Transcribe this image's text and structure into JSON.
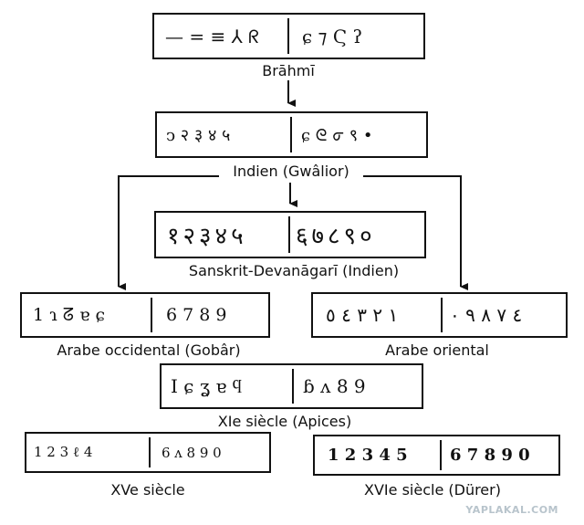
{
  "nodes": {
    "brahmi": {
      "label": "Brāhmī",
      "left_glyphs": "— = ≡ ⅄ ᖇ",
      "right_glyphs": "ɕ ⁊ Ϛ ʔ"
    },
    "indien_gwalior": {
      "label": "Indien (Gwâlior)",
      "left_glyphs": "ͻ २ ३ ४ ५",
      "right_glyphs": "ɕ ᘓ ᓂ ९ •"
    },
    "sanskrit": {
      "label": "Sanskrit-Devanāgarī (Indien)",
      "left_glyphs": "१२३४५",
      "right_glyphs": "६७८९०"
    },
    "arabe_occidental": {
      "label": "Arabe occidental (Gobâr)",
      "left_glyphs": "1 ɿ ᘔ ɐ ɕ",
      "right_glyphs": "6 7 8 9"
    },
    "arabe_oriental": {
      "label": "Arabe oriental",
      "left_glyphs": "١ ٢ ٣ ٤ ٥",
      "right_glyphs": "٤ ٧ ٨ ٩ ٠"
    },
    "xie_siecle": {
      "label": "XIe siècle (Apices)",
      "left_glyphs": "I ɕ ʓ ɐ ϥ",
      "right_glyphs": "ɓ ᴧ 8 9"
    },
    "xve_siecle": {
      "label": "XVe siècle",
      "left_glyphs": "1 2 3 ℓ 4",
      "right_glyphs": "6 ᴧ 8 9 0"
    },
    "xvie_siecle": {
      "label": "XVIe siècle (Dürer)",
      "left_glyphs": "1 2 3 4 5",
      "right_glyphs": "6 7 8 9 0"
    }
  },
  "watermark": "YAPLAKAL.COM"
}
